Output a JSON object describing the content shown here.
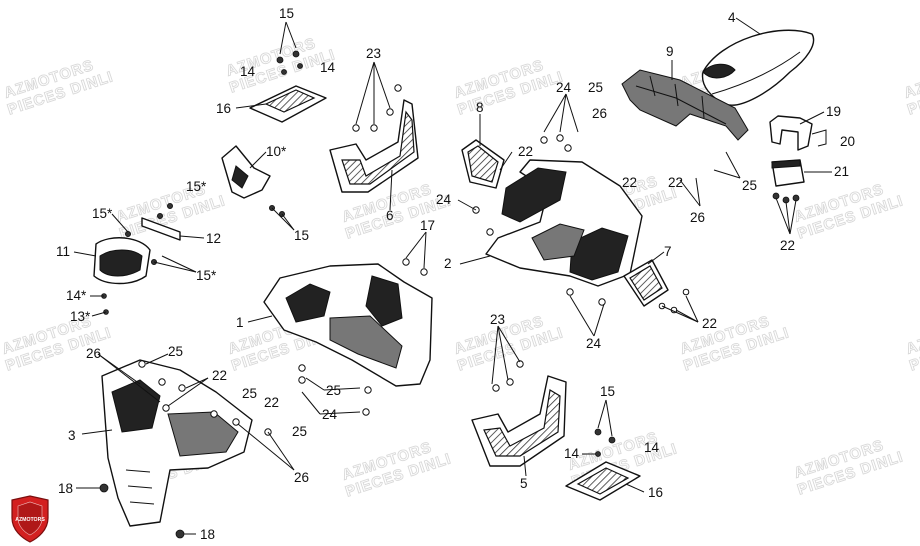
{
  "watermark": {
    "brand": "AZMOTORS",
    "subtitle": "PIECES DINLI"
  },
  "logo": {
    "text": "AZMOTORS",
    "color": "#d32020"
  },
  "callouts": {
    "c1": "1",
    "c2": "2",
    "c3": "3",
    "c4": "4",
    "c5": "5",
    "c6": "6",
    "c7": "7",
    "c8": "8",
    "c9": "9",
    "c10": "10*",
    "c11": "11",
    "c12": "12",
    "c13": "13*",
    "c14a": "14",
    "c14b": "14",
    "c14c": "14*",
    "c14d": "14",
    "c14e": "14",
    "c15a": "15",
    "c15b": "15",
    "c15c": "15*",
    "c15d": "15*",
    "c15e": "15*",
    "c15f": "15",
    "c16a": "16",
    "c16b": "16",
    "c17": "17",
    "c18a": "18",
    "c18b": "18",
    "c19": "19",
    "c20": "20",
    "c21": "21",
    "c22a": "22",
    "c22b": "22",
    "c22c": "22",
    "c22d": "22",
    "c22e": "22",
    "c22f": "22",
    "c22g": "22",
    "c23a": "23",
    "c23b": "23",
    "c24a": "24",
    "c24b": "24",
    "c24c": "24",
    "c24d": "24",
    "c25a": "25",
    "c25b": "25",
    "c25c": "25",
    "c25d": "25",
    "c25e": "25",
    "c25f": "25",
    "c26a": "26",
    "c26b": "26",
    "c26c": "26",
    "c26d": "26"
  }
}
